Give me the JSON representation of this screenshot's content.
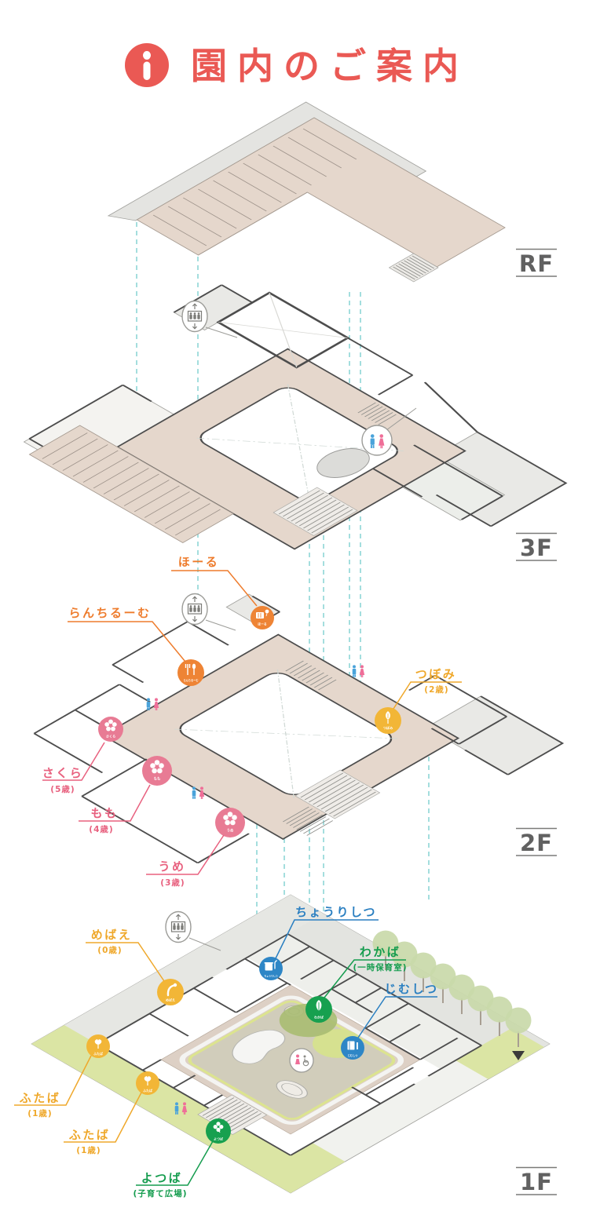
{
  "title": {
    "icon": "info-icon",
    "text": "園内のご案内"
  },
  "floors": {
    "rf": "RF",
    "f3": "3F",
    "f2": "2F",
    "f1": "1F"
  },
  "rooms": {
    "hall": {
      "name": "ほーる"
    },
    "lunch": {
      "name": "らんちるーむ"
    },
    "tsubomi": {
      "name": "つぼみ",
      "note": "(2歳)"
    },
    "sakura": {
      "name": "さくら",
      "note": "(5歳)"
    },
    "momo": {
      "name": "もも",
      "note": "(4歳)"
    },
    "ume": {
      "name": "うめ",
      "note": "(3歳)"
    },
    "mebae": {
      "name": "めばえ",
      "note": "(0歳)"
    },
    "kitchen": {
      "name": "ちょうりしつ"
    },
    "wakaba": {
      "name": "わかば",
      "note": "(一時保育室)"
    },
    "office": {
      "name": "じむしつ"
    },
    "futaba_a": {
      "name": "ふたば",
      "note": "(1歳)"
    },
    "futaba_b": {
      "name": "ふたば",
      "note": "(1歳)"
    },
    "yotsuba": {
      "name": "よつば",
      "note": "(子育て広場)"
    }
  },
  "icons": {
    "info": "info-icon",
    "elevator": "elevator-icon",
    "toilet": "toilet-icon",
    "accessible_toilet": "accessible-toilet-icon",
    "stage": "stage-icon",
    "cutlery": "fork-spoon-icon",
    "bud": "bud-icon",
    "flower": "flower-icon",
    "sprout": "sprout-icon",
    "leaf": "leaf-icon",
    "clover": "clover-icon",
    "pot": "cooking-pot-icon",
    "book": "book-icon",
    "tree": "tree-icon",
    "entrance_arrow": "entrance-arrow-icon"
  },
  "colors": {
    "red": "#ea5954",
    "orange": "#ee7c2d",
    "orange_circle": "#ee8435",
    "yellow": "#efa82b",
    "yellow_circle": "#f2b637",
    "pink": "#e8617f",
    "pink_circle": "#e87b94",
    "green": "#149c4e",
    "green_circle": "#17a04f",
    "blue": "#2a7fc1",
    "blue_circle": "#2e86c6",
    "teal_dash": "#86d4d4",
    "wall": "#4d4d4d",
    "beige": "#e5d7cc",
    "gray_plate": "#e9e9e6",
    "site_green": "#dbe5a4",
    "floor_label": "#616161"
  }
}
